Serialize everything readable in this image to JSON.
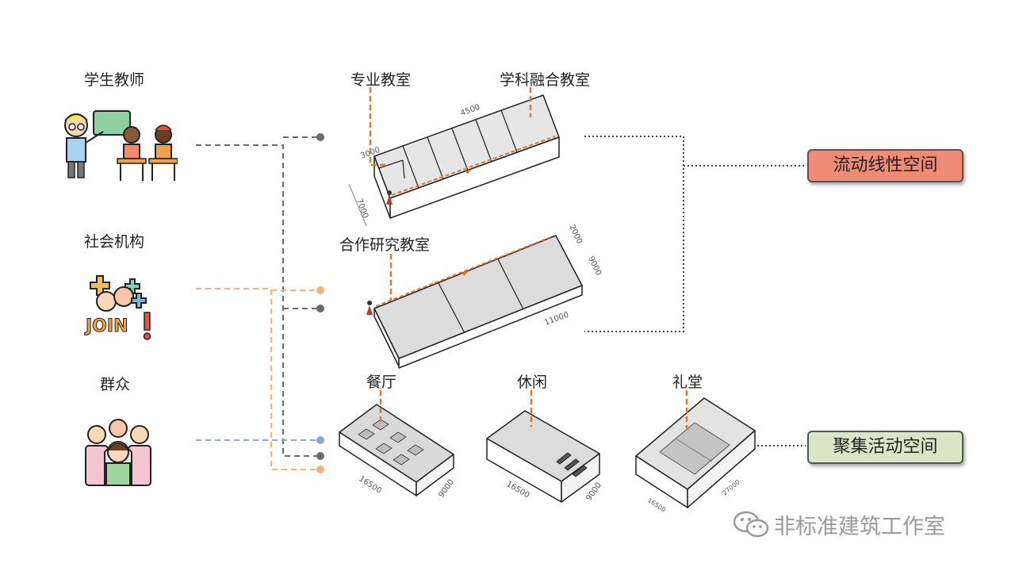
{
  "users": {
    "students_teachers": "学生教师",
    "social_institutions": "社会机构",
    "public": "群众"
  },
  "rooms": {
    "professional_classroom": "专业教室",
    "interdisciplinary_classroom": "学科融合教室",
    "collaborative_research_classroom": "合作研究教室",
    "dining_hall": "餐厅",
    "leisure": "休闲",
    "auditorium": "礼堂"
  },
  "dimensions": {
    "a_4500": "4500",
    "a_3000": "3000",
    "a_7000": "7000",
    "b_2000": "2000",
    "b_9000": "9000",
    "b_11000": "11000",
    "c_16500": "16500",
    "c_9000": "9000",
    "d_16500": "16500",
    "d_9000": "9000",
    "e_16500": "16500",
    "e_27000": "27000"
  },
  "categories": {
    "linear_space": "流动线性空间",
    "gathering_space": "聚集活动空间"
  },
  "icons": {
    "teacher_students": "teacher-students-icon",
    "join_group": "join-group-icon",
    "crowd": "crowd-icon"
  },
  "colors": {
    "gray_line": "#6b6b6b",
    "orange_line": "#f2b27a",
    "blue_line": "#8fa9cc",
    "accent_orange": "#e07a2a",
    "red_tag": "#f08b75",
    "green_tag": "#d7e6c4"
  },
  "watermark": "非标准建筑工作室"
}
